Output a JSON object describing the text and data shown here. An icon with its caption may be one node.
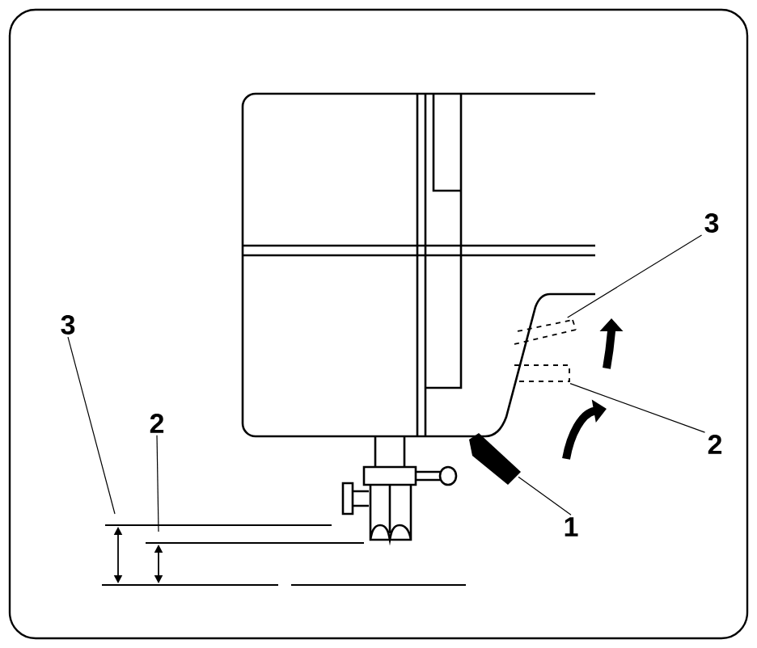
{
  "diagram": {
    "nodes": [
      {
        "text": [
          "3"
        ]
      },
      {
        "text": [],
        "shape": "bar"
      },
      {
        "text": [
          "2"
        ]
      },
      {
        "text": [],
        "shape": "bar"
      },
      {
        "text": [
          "1"
        ]
      },
      {
        "text": [],
        "shape": "bar"
      },
      {
        "text": [
          "3"
        ]
      },
      {
        "text": [
          "2"
        ]
      }
    ],
    "edges": [
      {
        "from": 0,
        "to": 1,
        "arrow": "none"
      },
      {
        "from": 2,
        "to": 3,
        "arrow": "none"
      },
      {
        "from": 4,
        "to": 5,
        "arrow": "none"
      },
      {
        "from": 6,
        "to": null,
        "arrow": "none"
      },
      {
        "from": 7,
        "to": null,
        "arrow": "none"
      }
    ]
  }
}
